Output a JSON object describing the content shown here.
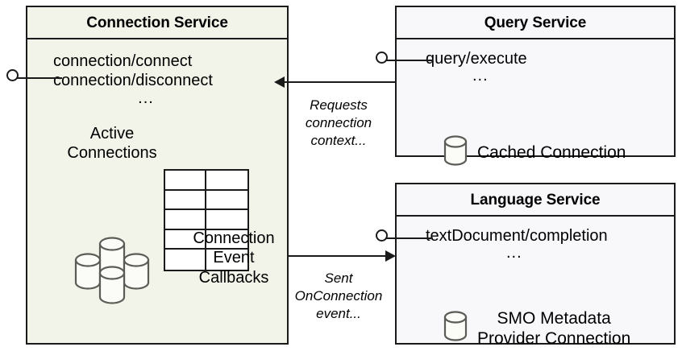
{
  "diagram": {
    "title": "Connection Service interaction diagram",
    "colors": {
      "connection_service_fill": "#f2f4ea",
      "service_fill": "#f8f8fb",
      "stroke": "#1a1a1a",
      "cylinder_stroke": "#5a5c56",
      "cylinder_fill": "#fbfbf7",
      "table_fill": "#ffffff",
      "background": "#ffffff"
    }
  },
  "connection_service": {
    "title": "Connection Service",
    "endpoints": [
      "connection/connect",
      "connection/disconnect"
    ],
    "ellipsis": "...",
    "interface_icon": "lollipop-provided-interface-icon",
    "artifacts": {
      "active_connections_label": "Active\nConnections",
      "active_connections_icon": "database-cluster-icon",
      "callbacks_label": "Connection\nEvent\nCallbacks",
      "callbacks_icon": "table-grid-icon",
      "table_rows": 5,
      "table_cols": 2
    }
  },
  "query_service": {
    "title": "Query Service",
    "endpoints": [
      "query/execute"
    ],
    "ellipsis": "...",
    "interface_icon": "lollipop-provided-interface-icon",
    "artifact": {
      "label": "Cached Connection",
      "icon": "database-cylinder-icon"
    }
  },
  "language_service": {
    "title": "Language Service",
    "endpoints": [
      "textDocument/completion"
    ],
    "ellipsis": "...",
    "interface_icon": "lollipop-provided-interface-icon",
    "artifact": {
      "label_line1": "SMO Metadata",
      "label_line2": "Provider Connection",
      "icon": "database-cylinder-icon"
    }
  },
  "connectors": [
    {
      "id": "requests-connection-context",
      "from": "query_service",
      "to": "connection_service",
      "direction": "left",
      "note_line1": "Requests",
      "note_line2": "connection",
      "note_line3": "context..."
    },
    {
      "id": "sent-onconnection-event",
      "from": "connection_service",
      "to": "language_service",
      "direction": "right",
      "note_line1": "Sent",
      "note_line2": "OnConnection",
      "note_line3": "event..."
    }
  ]
}
